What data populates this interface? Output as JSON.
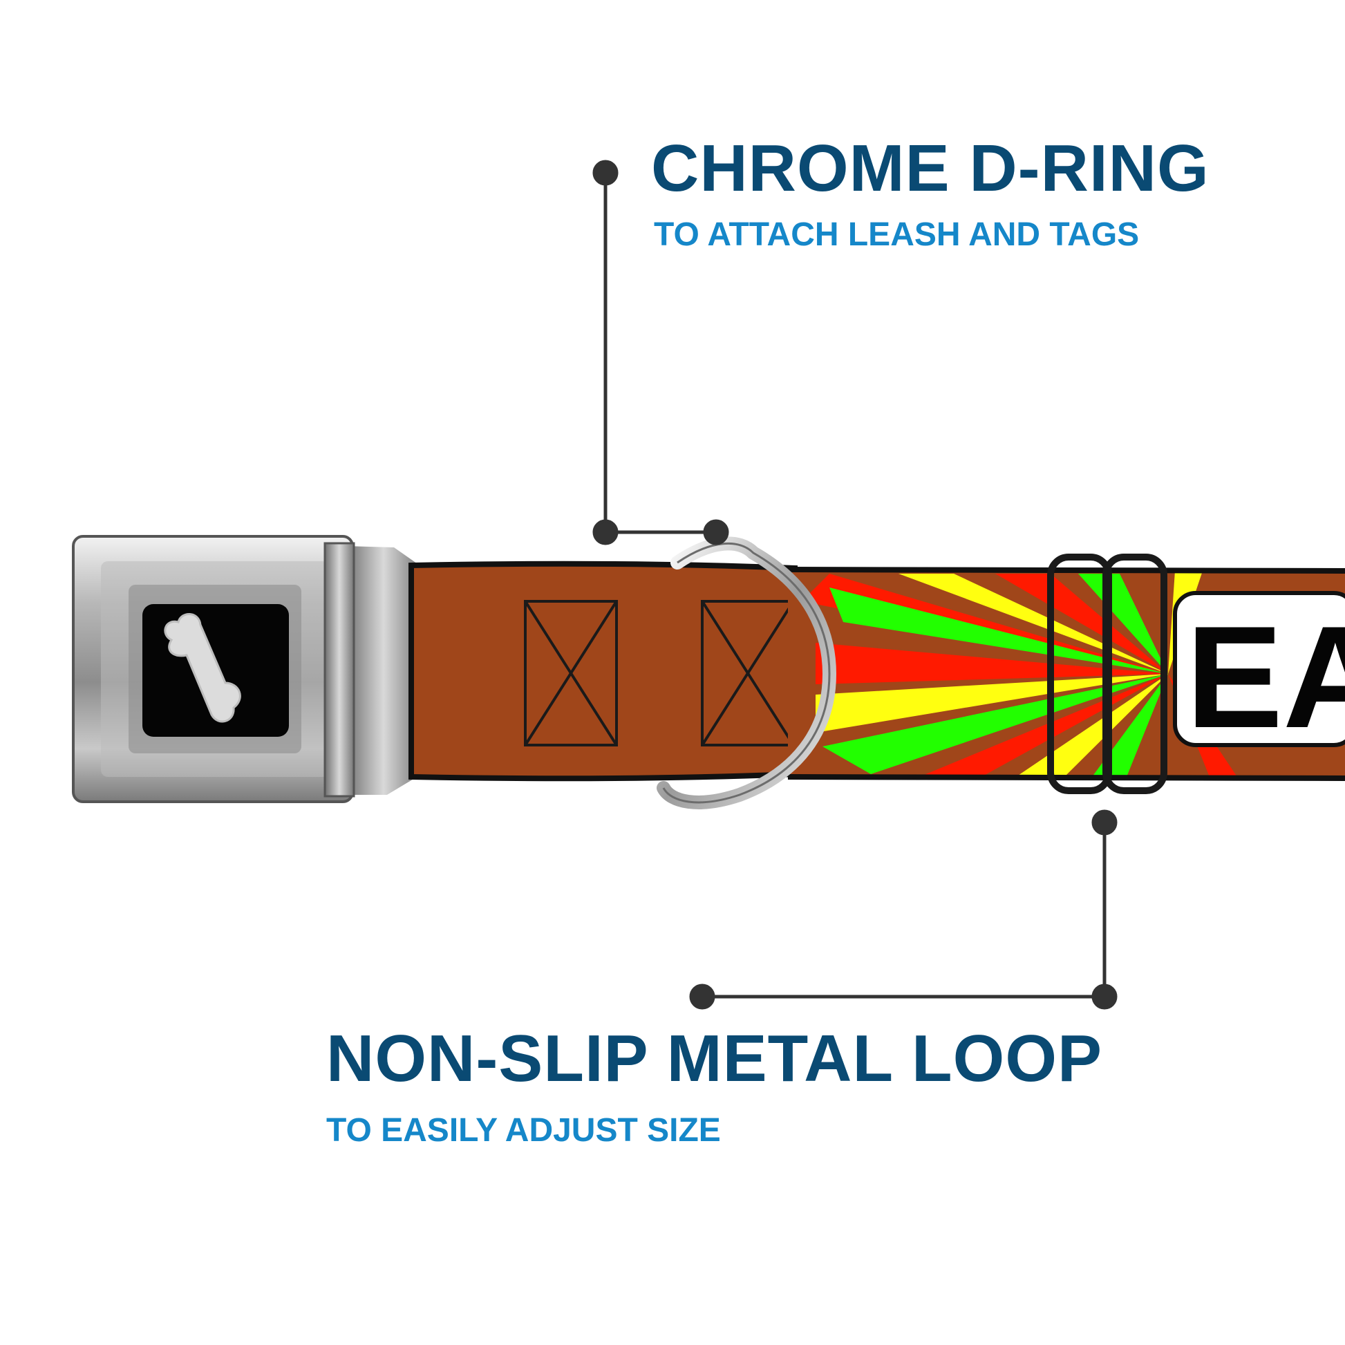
{
  "callouts": {
    "d_ring": {
      "title": "CHROME D-RING",
      "subtitle": "TO ATTACH LEASH AND TAGS"
    },
    "metal_loop": {
      "title": "NON-SLIP METAL LOOP",
      "subtitle": "TO EASILY ADJUST SIZE"
    }
  },
  "collar": {
    "strap_text": "EA",
    "buckle_logo": "bone-logo-icon"
  },
  "colors": {
    "title": "#0a4a73",
    "subtitle": "#1587c9",
    "leader_line": "#333333",
    "strap_brown": "#a0461a",
    "ray_red": "#ff1a00",
    "ray_green": "#22ff00",
    "ray_yellow": "#ffff10",
    "buckle_chrome": "#9a9a9a"
  }
}
